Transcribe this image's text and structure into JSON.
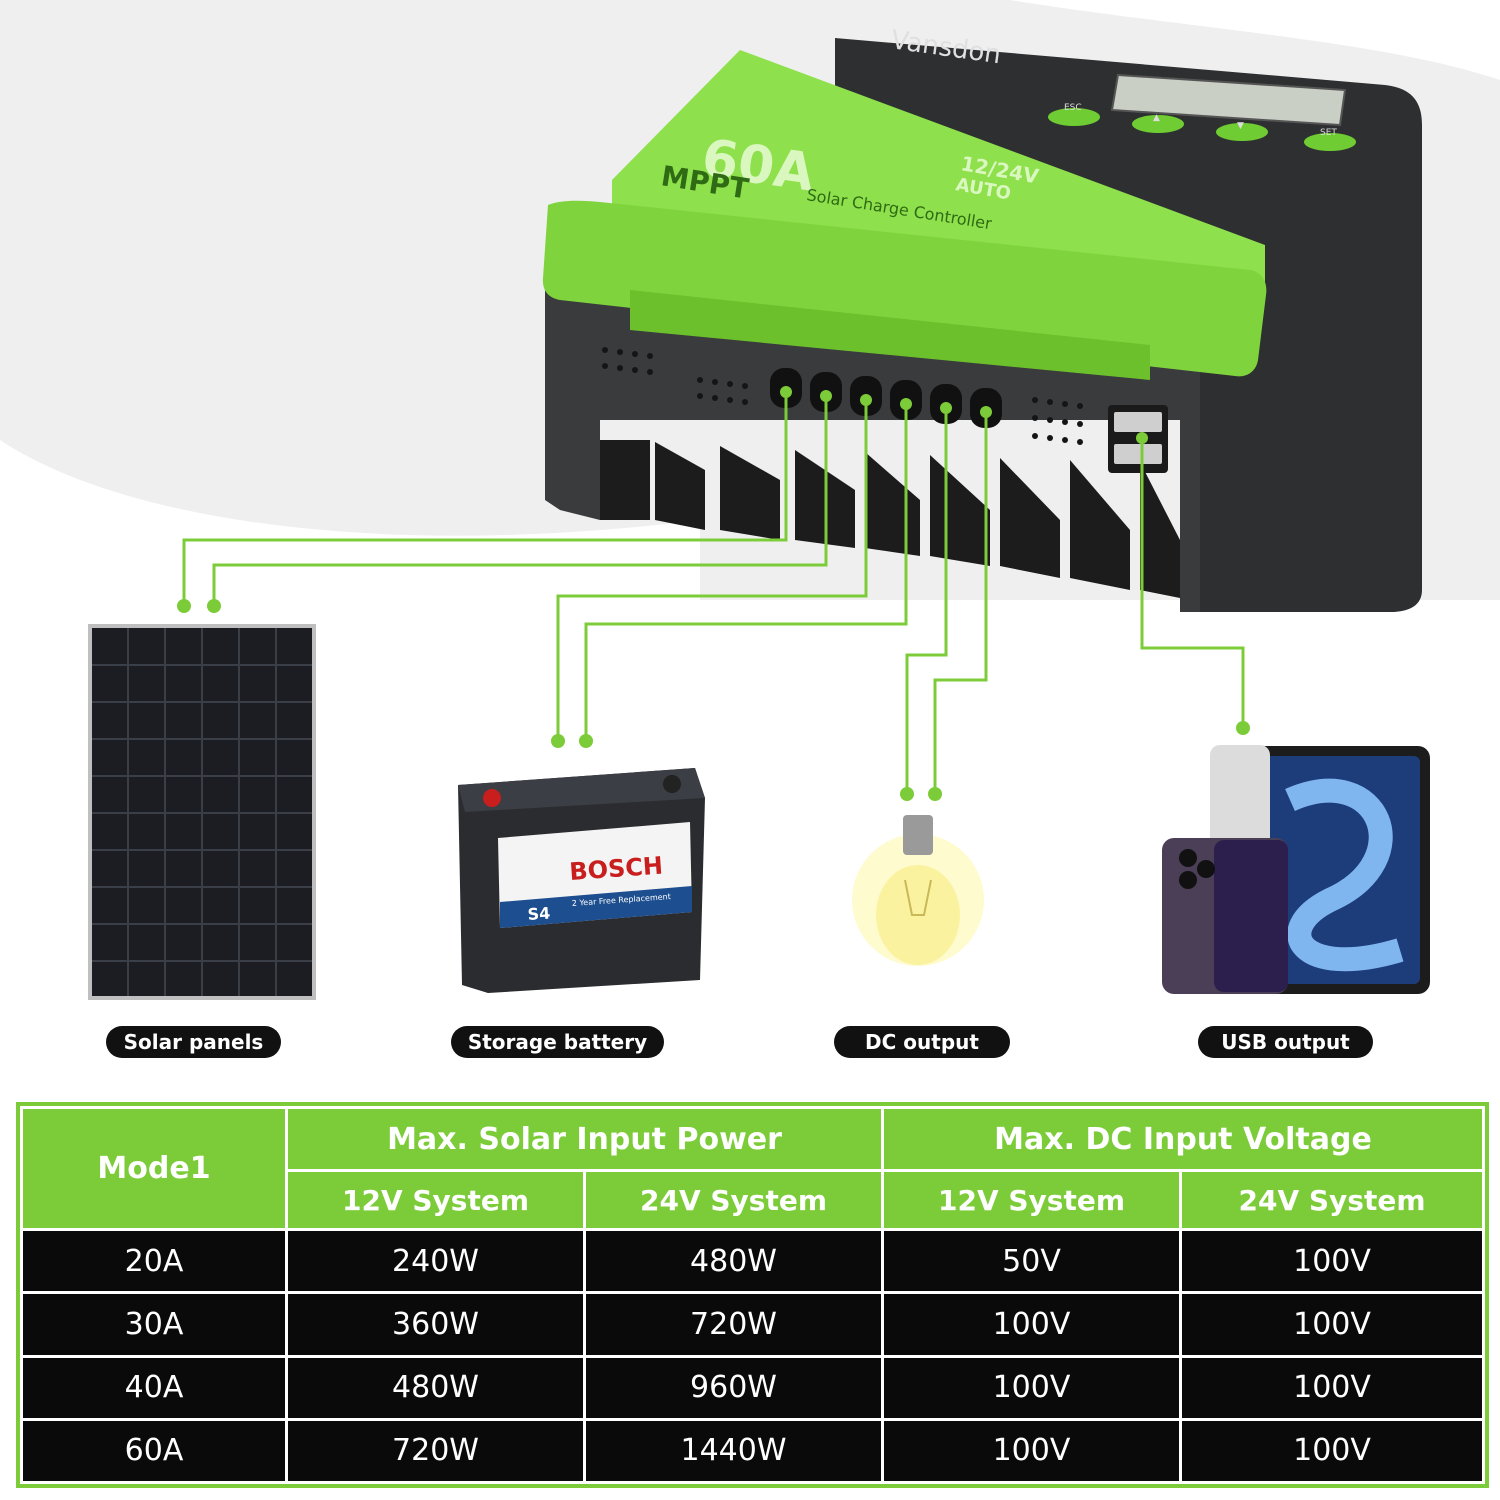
{
  "device": {
    "brand": "Vansdon",
    "rating": "60A",
    "type_label": "MPPT",
    "subtitle": "Solar Charge Controller",
    "voltage_line1": "12/24V",
    "voltage_line2": "AUTO",
    "buttons": [
      "ESC",
      "▲",
      "▼",
      "SET"
    ],
    "battery_brand": "BOSCH",
    "battery_model": "S4",
    "battery_tag": "2 Year Free Replacement"
  },
  "connections": [
    {
      "label": "Solar panels"
    },
    {
      "label": "Storage battery"
    },
    {
      "label": "DC output"
    },
    {
      "label": "USB output"
    }
  ],
  "colors": {
    "accent": "#7ccc3a",
    "dark": "#2e2f31",
    "table_dark": "#0a0a0a"
  },
  "table": {
    "mode_label": "Mode1",
    "group_headers": [
      "Max. Solar Input Power",
      "Max. DC Input Voltage"
    ],
    "sub_headers": [
      "12V System",
      "24V System",
      "12V System",
      "24V System"
    ],
    "rows": [
      [
        "20A",
        "240W",
        "480W",
        "50V",
        "100V"
      ],
      [
        "30A",
        "360W",
        "720W",
        "100V",
        "100V"
      ],
      [
        "40A",
        "480W",
        "960W",
        "100V",
        "100V"
      ],
      [
        "60A",
        "720W",
        "1440W",
        "100V",
        "100V"
      ]
    ]
  }
}
